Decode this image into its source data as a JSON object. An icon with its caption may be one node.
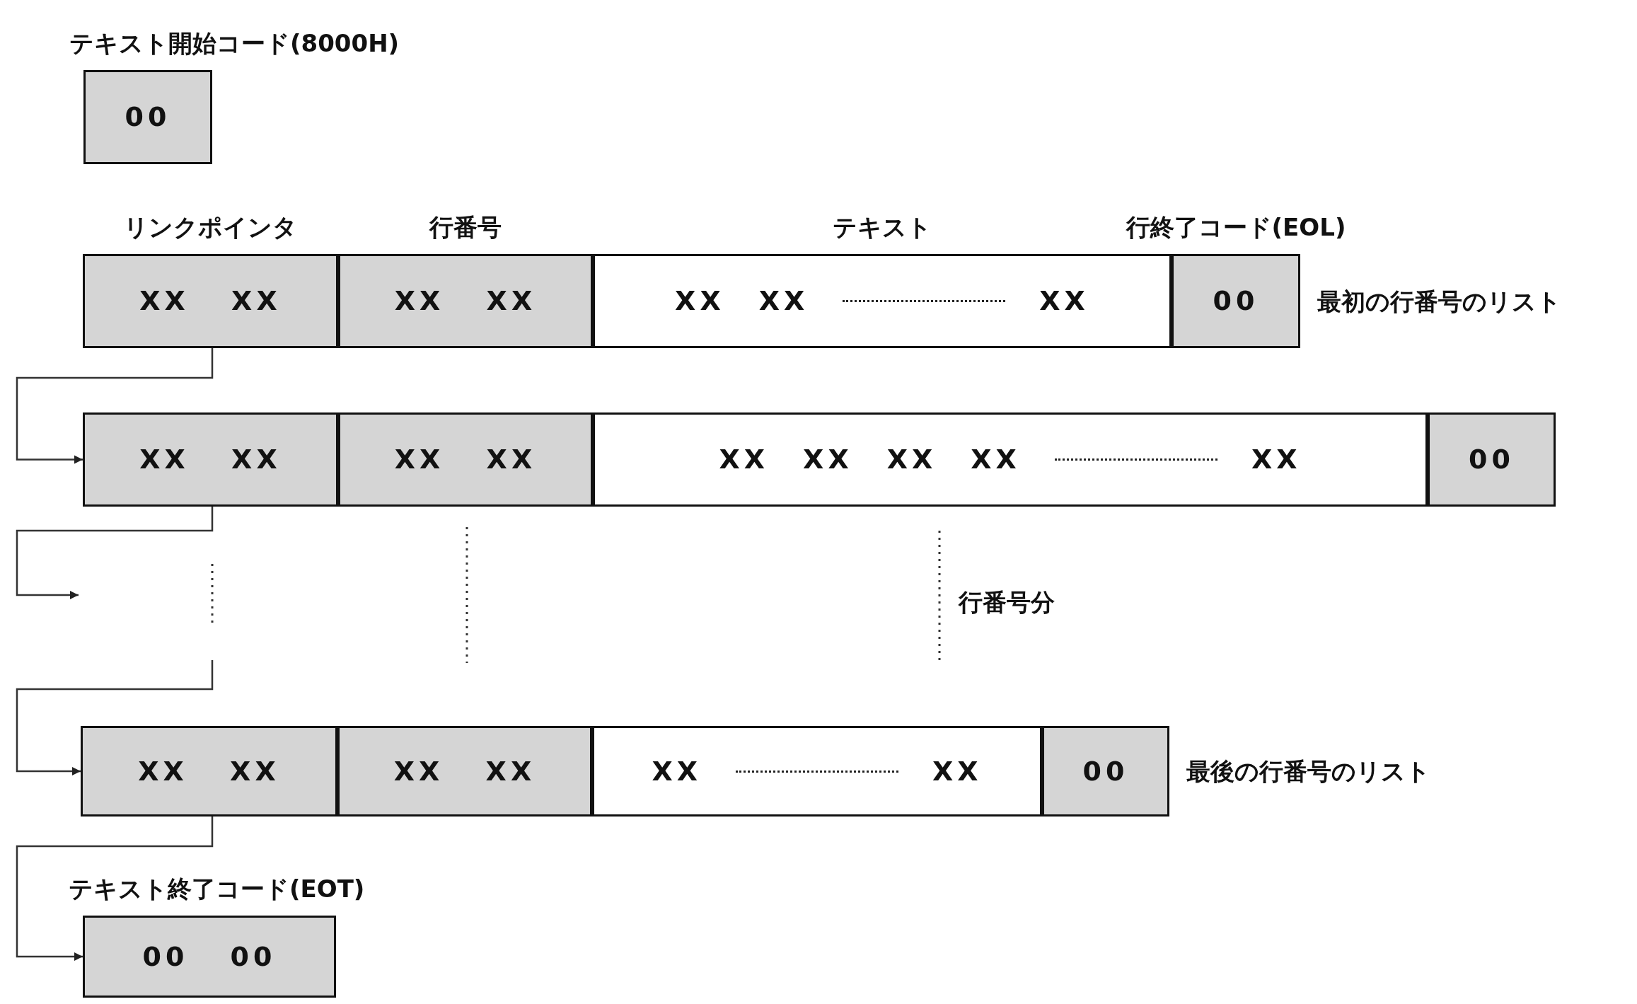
{
  "diagram": {
    "nodes": [
      {
        "text": [
          "テキスト開始コード(8000H)",
          "00"
        ]
      },
      {
        "text": [
          "リンクポインタ",
          "XX XX"
        ]
      },
      {
        "text": [
          "行番号",
          "XX XX"
        ]
      },
      {
        "text": [
          "テキスト",
          "XX",
          "XX",
          "XX"
        ]
      },
      {
        "text": [
          "行終了コード(EOL)",
          "00"
        ],
        "beside": [
          "最初の行番号のリスト"
        ]
      },
      {
        "text": [
          "XX XX"
        ]
      },
      {
        "text": [
          "XX XX"
        ]
      },
      {
        "text": [
          "XX",
          "XX",
          "XX",
          "XX",
          "XX"
        ]
      },
      {
        "text": [
          "00"
        ]
      },
      {
        "text": [
          "XX XX"
        ]
      },
      {
        "text": [
          "XX XX"
        ]
      },
      {
        "text": [
          "XX",
          "XX"
        ]
      },
      {
        "text": [
          "00"
        ],
        "beside": [
          "最後の行番号のリスト"
        ]
      },
      {
        "text": [
          "テキスト終了コード(EOT)",
          "00 00"
        ]
      }
    ],
    "edges": [
      {
        "from": 1,
        "to": 5,
        "arrow": "to"
      },
      {
        "from": 5,
        "to": null,
        "arrow": "to"
      },
      {
        "from": null,
        "to": 9,
        "arrow": "to"
      },
      {
        "from": 9,
        "to": 13,
        "arrow": "to"
      }
    ],
    "labels": [
      "行番号分"
    ]
  }
}
